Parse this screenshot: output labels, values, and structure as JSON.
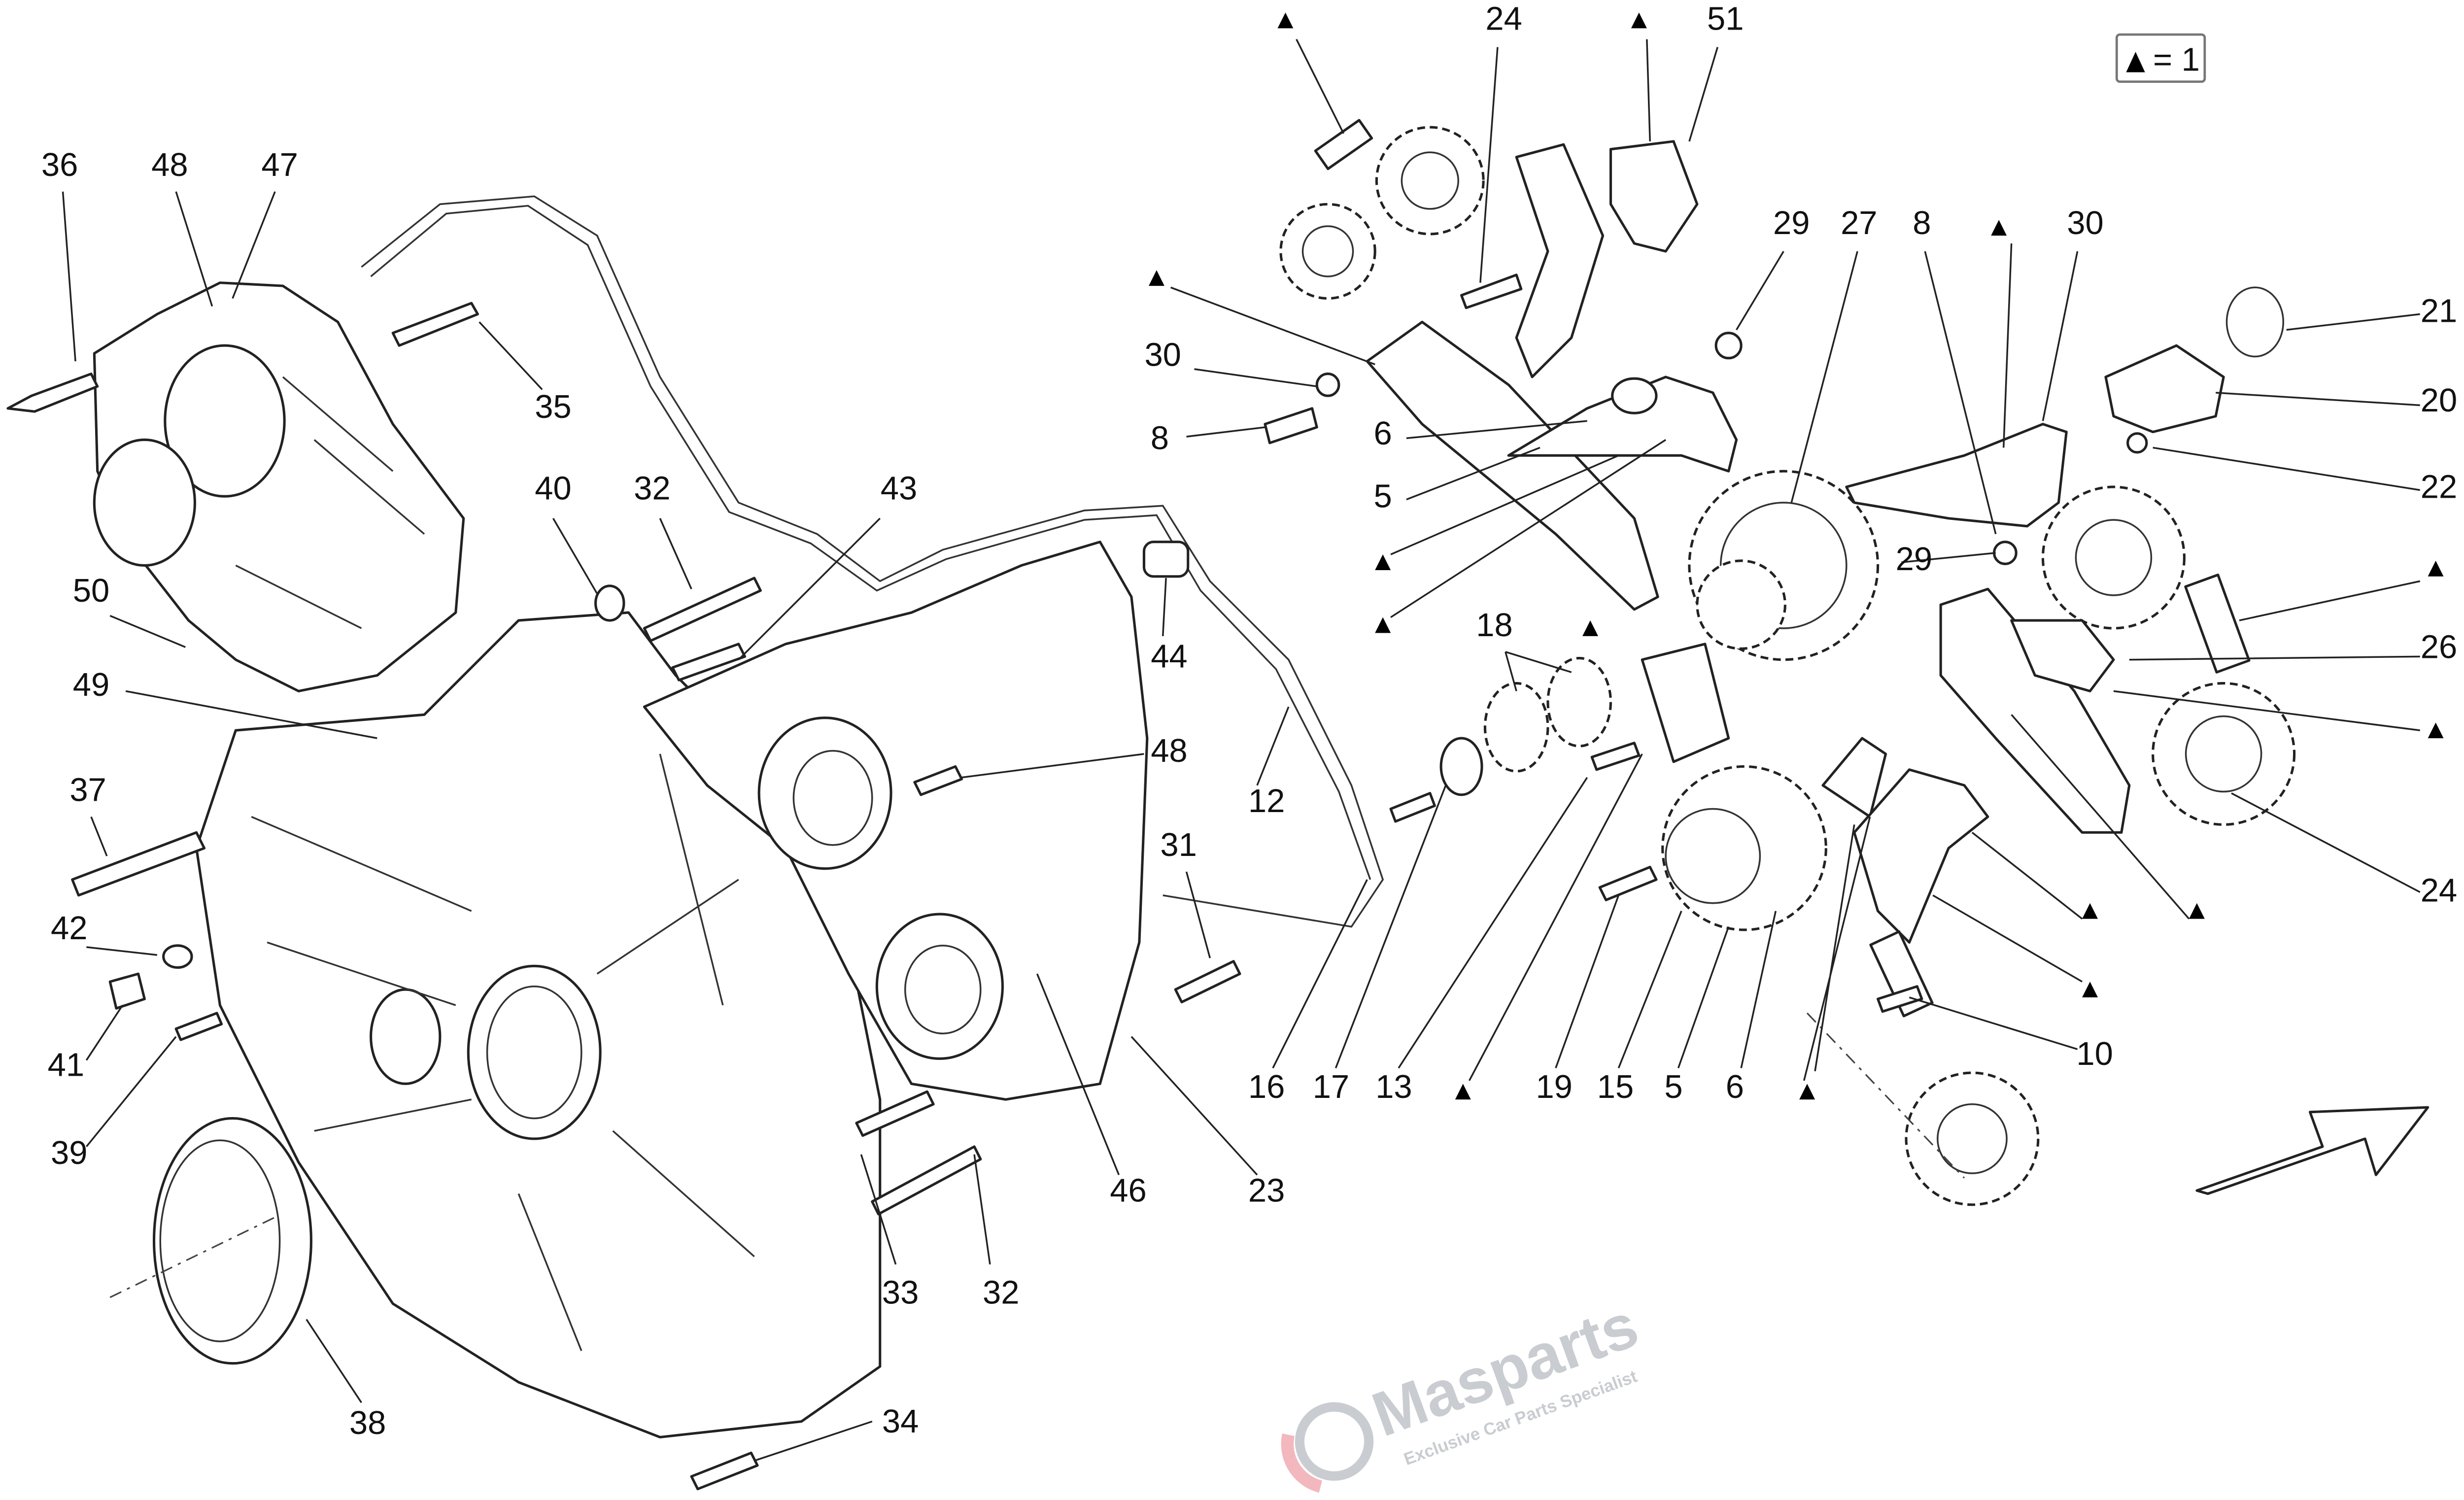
{
  "diagram": {
    "legend": {
      "symbol": "triangle",
      "text": "= 1"
    },
    "watermark": {
      "brand": "Masparts",
      "tagline": "Exclusive Car Parts Specialist"
    },
    "labels": [
      {
        "id": "l36",
        "text": "36"
      },
      {
        "id": "l48a",
        "text": "48"
      },
      {
        "id": "l47",
        "text": "47"
      },
      {
        "id": "l35",
        "text": "35"
      },
      {
        "id": "l40",
        "text": "40"
      },
      {
        "id": "l32a",
        "text": "32"
      },
      {
        "id": "l43",
        "text": "43"
      },
      {
        "id": "l50",
        "text": "50"
      },
      {
        "id": "l49",
        "text": "49"
      },
      {
        "id": "l37",
        "text": "37"
      },
      {
        "id": "l42",
        "text": "42"
      },
      {
        "id": "l41",
        "text": "41"
      },
      {
        "id": "l39",
        "text": "39"
      },
      {
        "id": "l38",
        "text": "38"
      },
      {
        "id": "l44",
        "text": "44"
      },
      {
        "id": "l48b",
        "text": "48"
      },
      {
        "id": "l12",
        "text": "12"
      },
      {
        "id": "l31",
        "text": "31"
      },
      {
        "id": "l34",
        "text": "34"
      },
      {
        "id": "l33",
        "text": "33"
      },
      {
        "id": "l32b",
        "text": "32"
      },
      {
        "id": "l46",
        "text": "46"
      },
      {
        "id": "l23",
        "text": "23"
      },
      {
        "id": "l16",
        "text": "16"
      },
      {
        "id": "l17",
        "text": "17"
      },
      {
        "id": "l13",
        "text": "13"
      },
      {
        "id": "l19",
        "text": "19"
      },
      {
        "id": "l15",
        "text": "15"
      },
      {
        "id": "l5b",
        "text": "5"
      },
      {
        "id": "l6b",
        "text": "6"
      },
      {
        "id": "l10",
        "text": "10"
      },
      {
        "id": "l24b",
        "text": "24"
      },
      {
        "id": "l26",
        "text": "26"
      },
      {
        "id": "l22",
        "text": "22"
      },
      {
        "id": "l20",
        "text": "20"
      },
      {
        "id": "l21",
        "text": "21"
      },
      {
        "id": "l30b",
        "text": "30"
      },
      {
        "id": "l8b",
        "text": "8"
      },
      {
        "id": "l27",
        "text": "27"
      },
      {
        "id": "l29a",
        "text": "29"
      },
      {
        "id": "l24a",
        "text": "24"
      },
      {
        "id": "l51",
        "text": "51"
      },
      {
        "id": "l30a",
        "text": "30"
      },
      {
        "id": "l8a",
        "text": "8"
      },
      {
        "id": "l6a",
        "text": "6"
      },
      {
        "id": "l5a",
        "text": "5"
      },
      {
        "id": "l18",
        "text": "18"
      },
      {
        "id": "l29b",
        "text": "29"
      }
    ]
  }
}
